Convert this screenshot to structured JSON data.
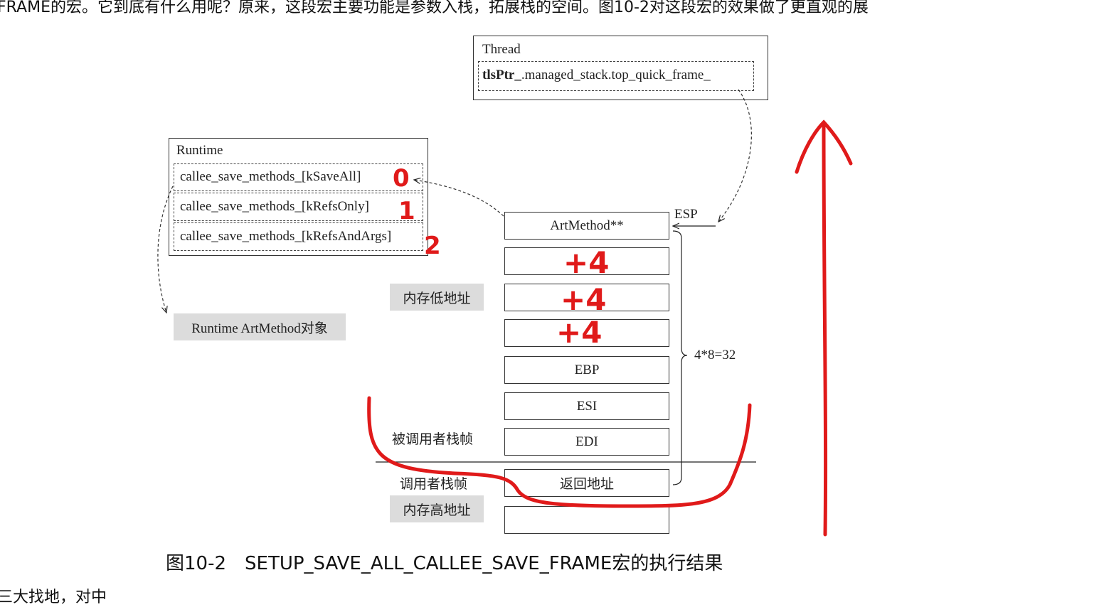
{
  "page": {
    "top_text": "FRAME的宏。它到底有什么用呢？原来，这段宏主要功能是参数入栈，拓展栈的空间。图10-2对这段宏的效果做了更直观的展",
    "bottom_text": "三大找地，对中",
    "caption": "图10-2　SETUP_SAVE_ALL_CALLEE_SAVE_FRAME宏的执行结果"
  },
  "thread_box": {
    "title": "Thread",
    "field_bold": "tlsPtr_",
    "field_rest": ".managed_stack.top_quick_frame_"
  },
  "runtime_box": {
    "title": "Runtime",
    "entries": [
      "callee_save_methods_[kSaveAll]",
      "callee_save_methods_[kRefsOnly]",
      "callee_save_methods_[kRefsAndArgs]"
    ]
  },
  "runtime_object_label": "Runtime ArtMethod对象",
  "stack": {
    "cells": [
      "ArtMethod**",
      "",
      "",
      "",
      "EBP",
      "ESI",
      "EDI",
      "返回地址",
      ""
    ],
    "esp_label": "ESP",
    "size_label": "4*8=32",
    "low_address_label": "内存低地址",
    "callee_frame_label": "被调用者栈帧",
    "caller_frame_label": "调用者栈帧",
    "high_address_label": "内存高地址"
  },
  "annotations": {
    "color": "#e01a1a",
    "index_marks": [
      "0",
      "1",
      "2"
    ],
    "plus_marks": [
      "+4",
      "+4",
      "+4"
    ]
  }
}
